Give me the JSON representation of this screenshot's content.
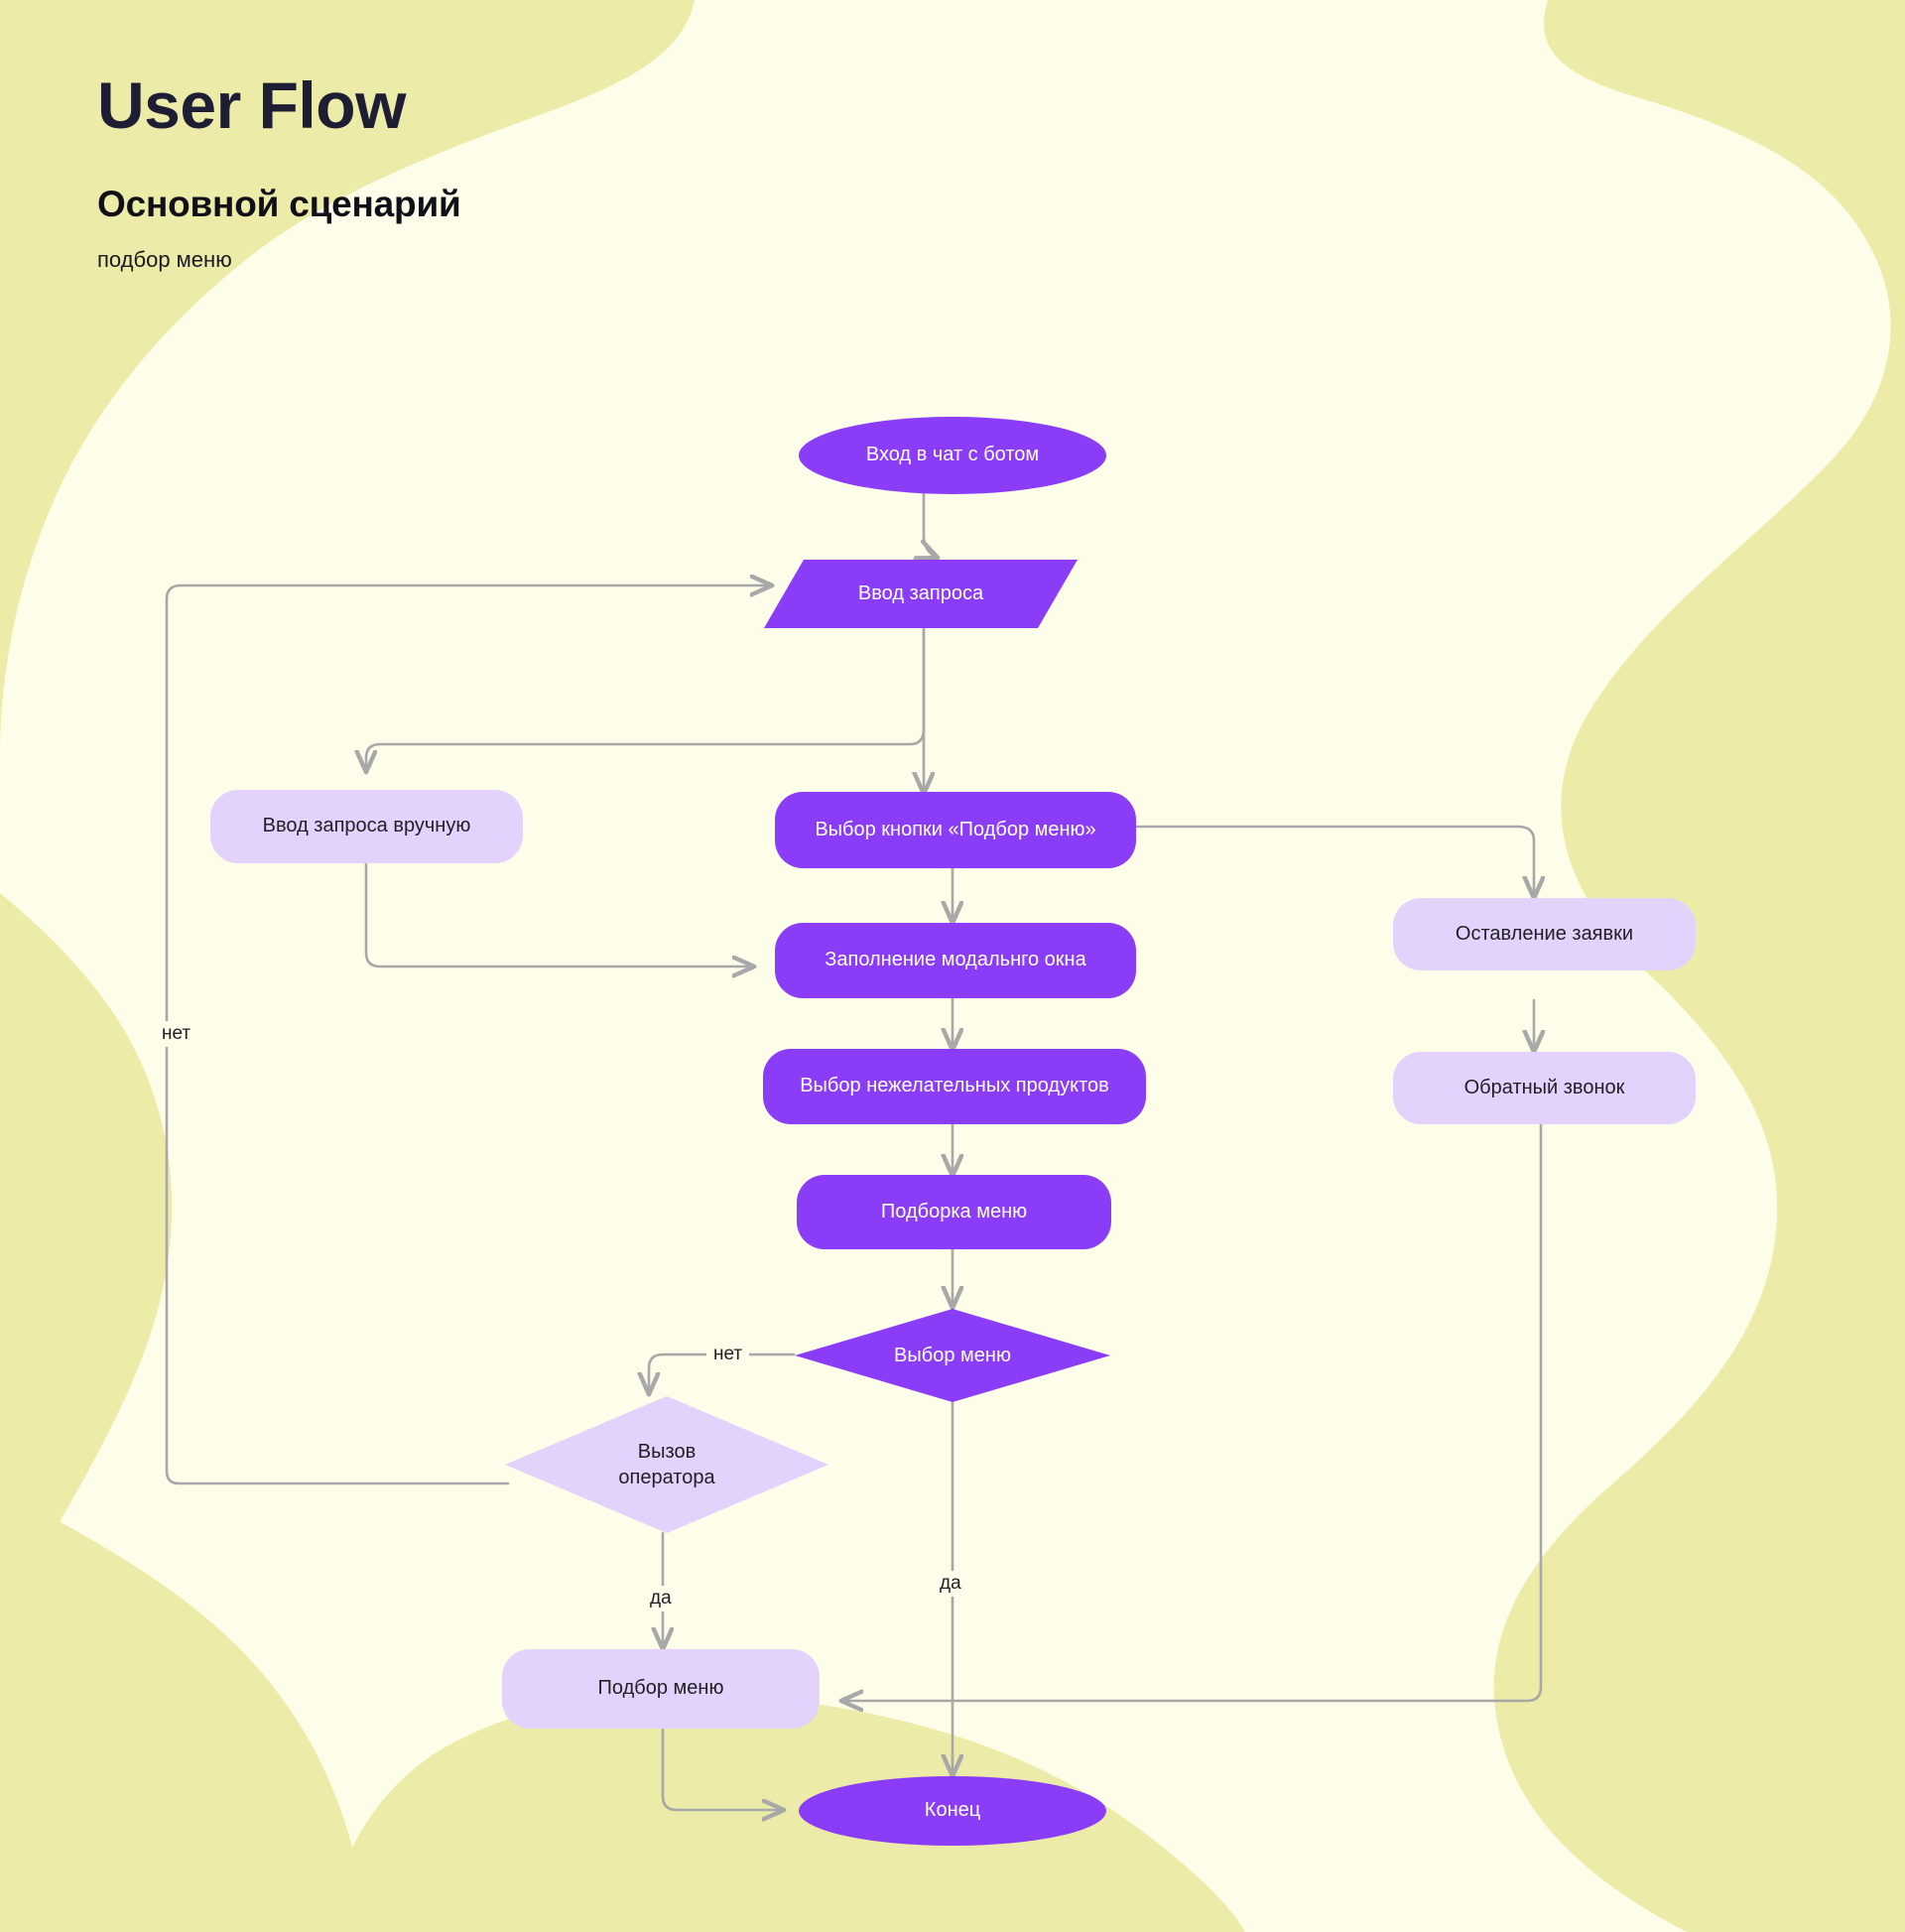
{
  "header": {
    "title": "User Flow",
    "subtitle": "Основной сценарий",
    "caption": "подбор меню"
  },
  "palette": {
    "background": "#FEFDEA",
    "wave": "#EDEBA8",
    "node_dark": "#8B3CF7",
    "node_light": "#E3D2FB",
    "text_dark": "#232026",
    "text_light": "#FFFFFF",
    "connector": "#A8A8A8",
    "title_color": "#1D1D33"
  },
  "diagram": {
    "type": "flowchart",
    "nodes": [
      {
        "id": "start",
        "label": "Вход в чат с ботом",
        "shape": "ellipse",
        "style": "dark"
      },
      {
        "id": "input",
        "label": "Ввод запроса",
        "shape": "parallelogram",
        "style": "dark"
      },
      {
        "id": "manual",
        "label": "Ввод запроса вручную",
        "shape": "rounded",
        "style": "light"
      },
      {
        "id": "btn_menu",
        "label": "Выбор кнопки «Подбор меню»",
        "shape": "rounded",
        "style": "dark"
      },
      {
        "id": "modal",
        "label": "Заполнение модальнго окна",
        "shape": "rounded",
        "style": "dark"
      },
      {
        "id": "unwanted",
        "label": "Выбор нежелательных продуктов",
        "shape": "rounded",
        "style": "dark"
      },
      {
        "id": "selection",
        "label": "Подборка меню",
        "shape": "rounded",
        "style": "dark"
      },
      {
        "id": "choose_menu",
        "label": "Выбор меню",
        "shape": "diamond",
        "style": "dark"
      },
      {
        "id": "call_op",
        "label": "Вызов\nоператора",
        "shape": "diamond",
        "style": "light"
      },
      {
        "id": "request",
        "label": "Оставление заявки",
        "shape": "rounded",
        "style": "light"
      },
      {
        "id": "callback",
        "label": "Обратный звонок",
        "shape": "rounded",
        "style": "light"
      },
      {
        "id": "pick_menu",
        "label": "Подбор меню",
        "shape": "rounded",
        "style": "light"
      },
      {
        "id": "end",
        "label": "Конец",
        "shape": "ellipse",
        "style": "dark"
      }
    ],
    "edges": [
      {
        "from": "start",
        "to": "input",
        "label": ""
      },
      {
        "from": "input",
        "to": "manual",
        "label": ""
      },
      {
        "from": "input",
        "to": "btn_menu",
        "label": ""
      },
      {
        "from": "manual",
        "to": "modal",
        "label": ""
      },
      {
        "from": "btn_menu",
        "to": "modal",
        "label": ""
      },
      {
        "from": "btn_menu",
        "to": "request",
        "label": ""
      },
      {
        "from": "modal",
        "to": "unwanted",
        "label": ""
      },
      {
        "from": "unwanted",
        "to": "selection",
        "label": ""
      },
      {
        "from": "selection",
        "to": "choose_menu",
        "label": ""
      },
      {
        "from": "choose_menu",
        "to": "call_op",
        "label": "нет"
      },
      {
        "from": "choose_menu",
        "to": "end",
        "label": "да"
      },
      {
        "from": "call_op",
        "to": "pick_menu",
        "label": "да"
      },
      {
        "from": "call_op",
        "to": "input",
        "label": "нет"
      },
      {
        "from": "request",
        "to": "callback",
        "label": ""
      },
      {
        "from": "callback",
        "to": "pick_menu",
        "label": ""
      },
      {
        "from": "pick_menu",
        "to": "end",
        "label": ""
      }
    ],
    "edge_labels": [
      {
        "id": "lbl_net_left",
        "text": "нет"
      },
      {
        "id": "lbl_net_choose",
        "text": "нет"
      },
      {
        "id": "lbl_da_left",
        "text": "да"
      },
      {
        "id": "lbl_da_center",
        "text": "да"
      }
    ]
  }
}
